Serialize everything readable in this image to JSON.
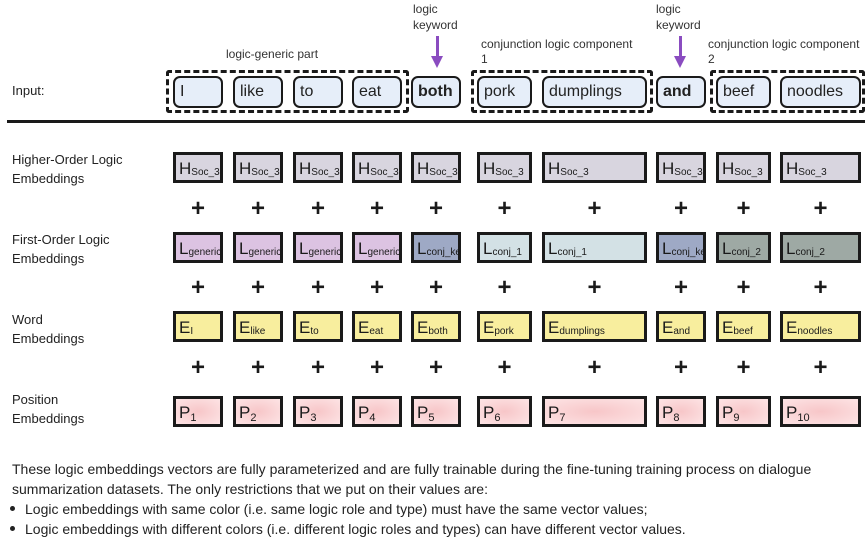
{
  "input_row": {
    "label": "Input:",
    "tokens": [
      {
        "text": "I",
        "bold": false
      },
      {
        "text": "like",
        "bold": false
      },
      {
        "text": "to",
        "bold": false
      },
      {
        "text": "eat",
        "bold": false
      },
      {
        "text": "both",
        "bold": true
      },
      {
        "text": "pork",
        "bold": false
      },
      {
        "text": "dumplings",
        "bold": false
      },
      {
        "text": "and",
        "bold": true
      },
      {
        "text": "beef",
        "bold": false
      },
      {
        "text": "noodles",
        "bold": false
      }
    ]
  },
  "annotations": {
    "generic_part": "logic-generic part",
    "keyword_1": [
      "logic",
      "keyword"
    ],
    "keyword_2": [
      "logic",
      "keyword"
    ],
    "component_1": [
      "conjunction logic component",
      "1"
    ],
    "component_2": [
      "conjunction logic component",
      "2"
    ]
  },
  "colors": {
    "arrow": "#8a4cc0",
    "higher_order": "#d8d5df",
    "generic": "#dcc3e2",
    "conj_key": "#9ea9c5",
    "conj_1": "#d3e1e5",
    "conj_2": "#9ea9a4",
    "word": "#f8ee9e",
    "position": "#f9d3d5"
  },
  "rows": [
    {
      "id": "higher-order",
      "label": [
        "Higher-Order Logic",
        "Embeddings"
      ],
      "cells": [
        {
          "main": "H",
          "sub": "Soc_3"
        },
        {
          "main": "H",
          "sub": "Soc_3"
        },
        {
          "main": "H",
          "sub": "Soc_3"
        },
        {
          "main": "H",
          "sub": "Soc_3"
        },
        {
          "main": "H",
          "sub": "Soc_3"
        },
        {
          "main": "H",
          "sub": "Soc_3"
        },
        {
          "main": "H",
          "sub": "Soc_3"
        },
        {
          "main": "H",
          "sub": "Soc_3"
        },
        {
          "main": "H",
          "sub": "Soc_3"
        },
        {
          "main": "H",
          "sub": "Soc_3"
        }
      ]
    },
    {
      "id": "first-order",
      "label": [
        "First-Order Logic",
        "Embeddings"
      ],
      "cells": [
        {
          "main": "L",
          "sub": "generic",
          "color": "generic"
        },
        {
          "main": "L",
          "sub": "generic",
          "color": "generic"
        },
        {
          "main": "L",
          "sub": "generic",
          "color": "generic"
        },
        {
          "main": "L",
          "sub": "generic",
          "color": "generic"
        },
        {
          "main": "L",
          "sub": "conj_key",
          "color": "conj_key"
        },
        {
          "main": "L",
          "sub": "conj_1",
          "color": "conj_1"
        },
        {
          "main": "L",
          "sub": "conj_1",
          "color": "conj_1"
        },
        {
          "main": "L",
          "sub": "conj_key",
          "color": "conj_key"
        },
        {
          "main": "L",
          "sub": "conj_2",
          "color": "conj_2"
        },
        {
          "main": "L",
          "sub": "conj_2",
          "color": "conj_2"
        }
      ]
    },
    {
      "id": "word",
      "label": [
        "Word",
        "Embeddings"
      ],
      "cells": [
        {
          "main": "E",
          "sub": "I"
        },
        {
          "main": "E",
          "sub": "like"
        },
        {
          "main": "E",
          "sub": "to"
        },
        {
          "main": "E",
          "sub": "eat"
        },
        {
          "main": "E",
          "sub": "both"
        },
        {
          "main": "E",
          "sub": "pork"
        },
        {
          "main": "E",
          "sub": "dumplings"
        },
        {
          "main": "E",
          "sub": "and"
        },
        {
          "main": "E",
          "sub": "beef"
        },
        {
          "main": "E",
          "sub": "noodles"
        }
      ]
    },
    {
      "id": "position",
      "label": [
        "Position",
        "Embeddings"
      ],
      "cells": [
        {
          "main": "P",
          "sub": "1"
        },
        {
          "main": "P",
          "sub": "2"
        },
        {
          "main": "P",
          "sub": "3"
        },
        {
          "main": "P",
          "sub": "4"
        },
        {
          "main": "P",
          "sub": "5"
        },
        {
          "main": "P",
          "sub": "6"
        },
        {
          "main": "P",
          "sub": "7"
        },
        {
          "main": "P",
          "sub": "8"
        },
        {
          "main": "P",
          "sub": "9"
        },
        {
          "main": "P",
          "sub": "10"
        }
      ]
    }
  ],
  "plus_symbol": "+",
  "notes": {
    "paragraph": "These logic embeddings vectors are fully parameterized and are fully trainable during the fine-tuning training process on dialogue summarization datasets. The only restrictions that we put on their values are:",
    "bullets": [
      "Logic embeddings with same color (i.e. same logic role and type) must have the same vector values;",
      "Logic embeddings with different colors (i.e. different logic roles and types) can have different vector values."
    ]
  }
}
